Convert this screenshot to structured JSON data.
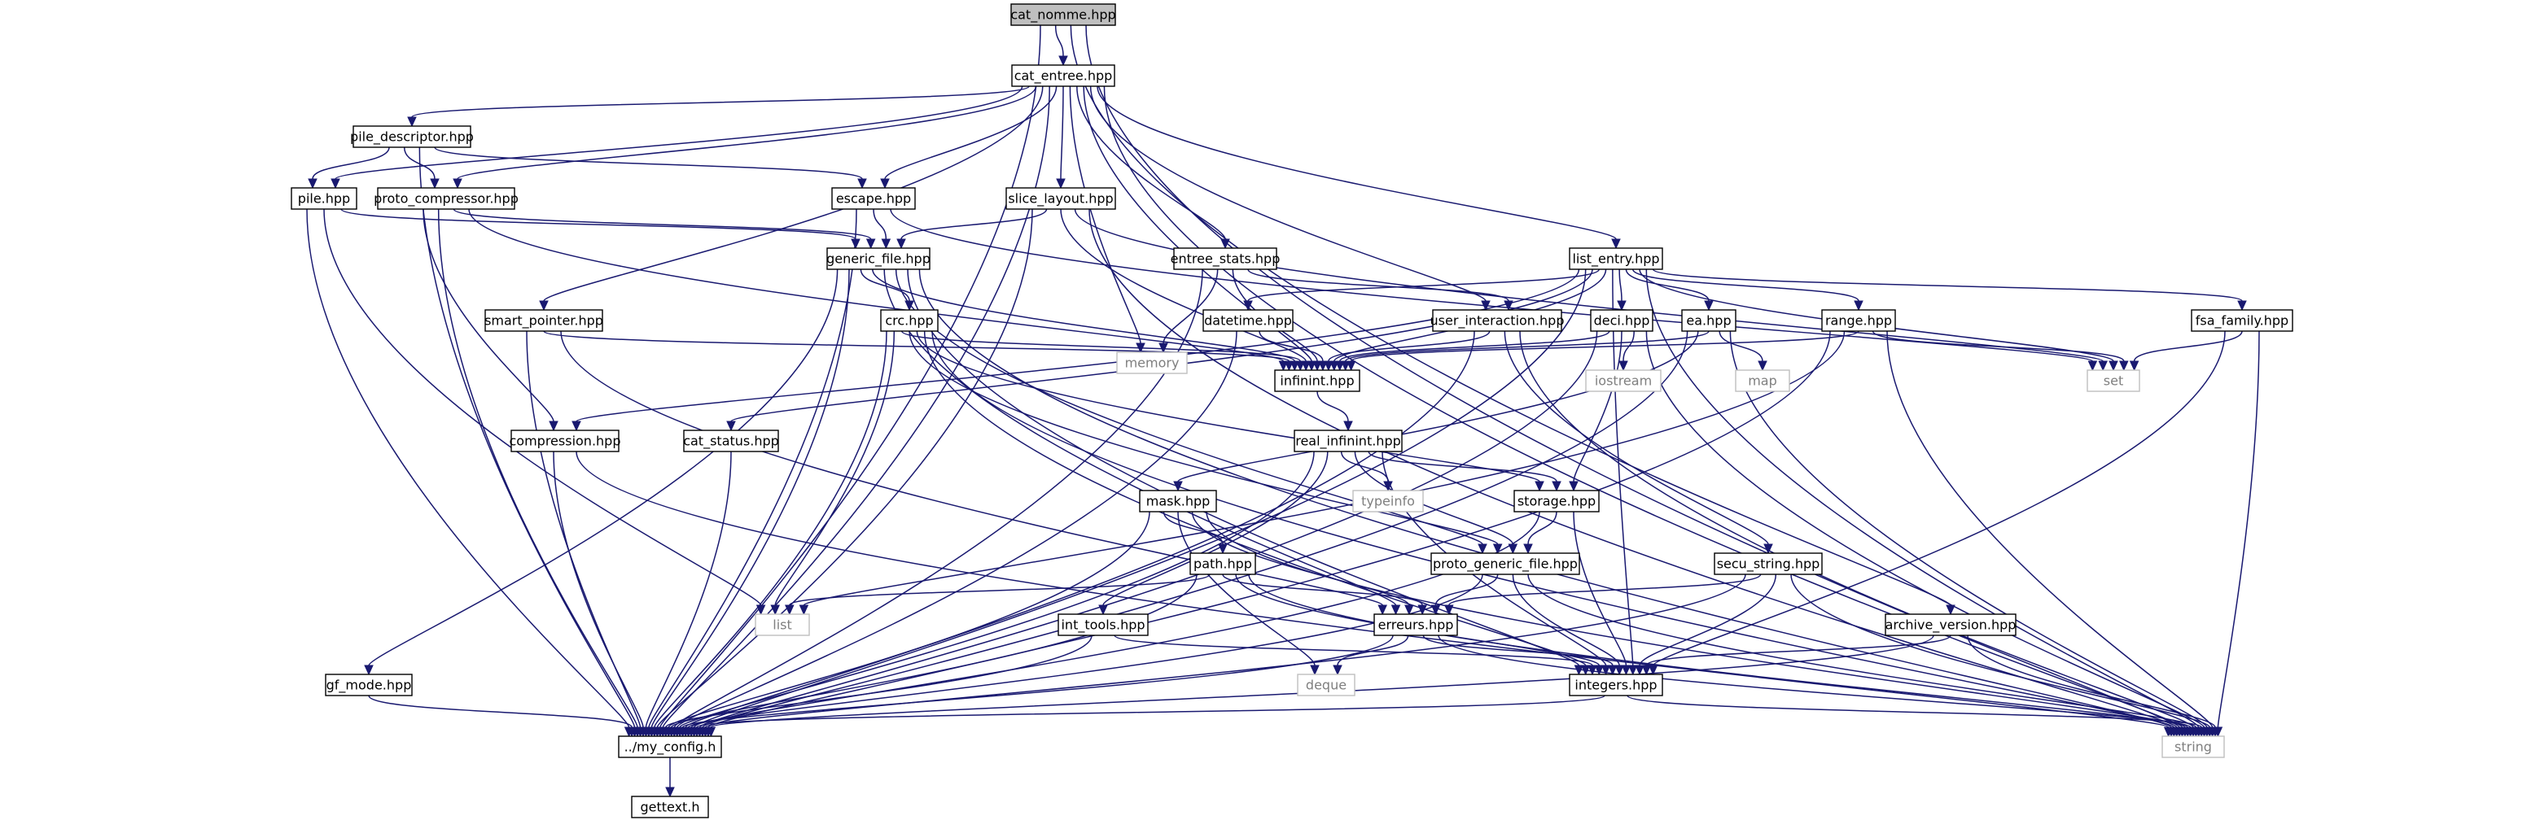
{
  "nodes": [
    {
      "id": "cat_nomme",
      "label": "cat_nomme.hpp",
      "kind": "root"
    },
    {
      "id": "cat_entree",
      "label": "cat_entree.hpp",
      "kind": "file"
    },
    {
      "id": "my_config",
      "label": "../my_config.h",
      "kind": "file"
    },
    {
      "id": "string",
      "label": "string",
      "kind": "system"
    },
    {
      "id": "archive_version",
      "label": "archive_version.hpp",
      "kind": "file"
    },
    {
      "id": "pile_descriptor",
      "label": "pile_descriptor.hpp",
      "kind": "file"
    },
    {
      "id": "pile",
      "label": "pile.hpp",
      "kind": "file"
    },
    {
      "id": "proto_compressor",
      "label": "proto_compressor.hpp",
      "kind": "file"
    },
    {
      "id": "escape",
      "label": "escape.hpp",
      "kind": "file"
    },
    {
      "id": "slice_layout",
      "label": "slice_layout.hpp",
      "kind": "file"
    },
    {
      "id": "entree_stats",
      "label": "entree_stats.hpp",
      "kind": "file"
    },
    {
      "id": "list_entry",
      "label": "list_entry.hpp",
      "kind": "file"
    },
    {
      "id": "generic_file",
      "label": "generic_file.hpp",
      "kind": "file"
    },
    {
      "id": "memory",
      "label": "memory",
      "kind": "system"
    },
    {
      "id": "smart_pointer",
      "label": "smart_pointer.hpp",
      "kind": "file"
    },
    {
      "id": "crc",
      "label": "crc.hpp",
      "kind": "file"
    },
    {
      "id": "datetime",
      "label": "datetime.hpp",
      "kind": "file"
    },
    {
      "id": "user_interaction",
      "label": "user_interaction.hpp",
      "kind": "file"
    },
    {
      "id": "deci",
      "label": "deci.hpp",
      "kind": "file"
    },
    {
      "id": "ea",
      "label": "ea.hpp",
      "kind": "file"
    },
    {
      "id": "range",
      "label": "range.hpp",
      "kind": "file"
    },
    {
      "id": "fsa_family",
      "label": "fsa_family.hpp",
      "kind": "file"
    },
    {
      "id": "infinint",
      "label": "infinint.hpp",
      "kind": "file"
    },
    {
      "id": "iostream",
      "label": "iostream",
      "kind": "system"
    },
    {
      "id": "map",
      "label": "map",
      "kind": "system"
    },
    {
      "id": "set",
      "label": "set",
      "kind": "system"
    },
    {
      "id": "compression",
      "label": "compression.hpp",
      "kind": "file"
    },
    {
      "id": "cat_status",
      "label": "cat_status.hpp",
      "kind": "file"
    },
    {
      "id": "real_infinint",
      "label": "real_infinint.hpp",
      "kind": "file"
    },
    {
      "id": "typeinfo",
      "label": "typeinfo",
      "kind": "system"
    },
    {
      "id": "storage",
      "label": "storage.hpp",
      "kind": "file"
    },
    {
      "id": "mask",
      "label": "mask.hpp",
      "kind": "file"
    },
    {
      "id": "path",
      "label": "path.hpp",
      "kind": "file"
    },
    {
      "id": "proto_generic_file",
      "label": "proto_generic_file.hpp",
      "kind": "file"
    },
    {
      "id": "secu_string",
      "label": "secu_string.hpp",
      "kind": "file"
    },
    {
      "id": "list",
      "label": "list",
      "kind": "system"
    },
    {
      "id": "int_tools",
      "label": "int_tools.hpp",
      "kind": "file"
    },
    {
      "id": "erreurs",
      "label": "erreurs.hpp",
      "kind": "file"
    },
    {
      "id": "gf_mode",
      "label": "gf_mode.hpp",
      "kind": "file"
    },
    {
      "id": "deque",
      "label": "deque",
      "kind": "system"
    },
    {
      "id": "integers",
      "label": "integers.hpp",
      "kind": "file"
    },
    {
      "id": "gettext",
      "label": "gettext.h",
      "kind": "file"
    }
  ],
  "edges": [
    [
      "cat_nomme",
      "cat_entree"
    ],
    [
      "cat_nomme",
      "my_config"
    ],
    [
      "cat_nomme",
      "string"
    ],
    [
      "cat_nomme",
      "archive_version"
    ],
    [
      "cat_entree",
      "my_config"
    ],
    [
      "cat_entree",
      "pile_descriptor"
    ],
    [
      "cat_entree",
      "pile"
    ],
    [
      "cat_entree",
      "proto_compressor"
    ],
    [
      "cat_entree",
      "escape"
    ],
    [
      "cat_entree",
      "slice_layout"
    ],
    [
      "cat_entree",
      "memory"
    ],
    [
      "cat_entree",
      "entree_stats"
    ],
    [
      "cat_entree",
      "infinint"
    ],
    [
      "cat_entree",
      "user_interaction"
    ],
    [
      "cat_entree",
      "list_entry"
    ],
    [
      "cat_entree",
      "smart_pointer"
    ],
    [
      "cat_entree",
      "string"
    ],
    [
      "pile_descriptor",
      "pile"
    ],
    [
      "pile_descriptor",
      "proto_compressor"
    ],
    [
      "pile_descriptor",
      "escape"
    ],
    [
      "pile_descriptor",
      "my_config"
    ],
    [
      "pile",
      "generic_file"
    ],
    [
      "pile",
      "list"
    ],
    [
      "pile",
      "my_config"
    ],
    [
      "proto_compressor",
      "generic_file"
    ],
    [
      "proto_compressor",
      "compression"
    ],
    [
      "proto_compressor",
      "infinint"
    ],
    [
      "proto_compressor",
      "my_config"
    ],
    [
      "escape",
      "generic_file"
    ],
    [
      "escape",
      "my_config"
    ],
    [
      "escape",
      "set"
    ],
    [
      "slice_layout",
      "generic_file"
    ],
    [
      "slice_layout",
      "infinint"
    ],
    [
      "slice_layout",
      "set"
    ],
    [
      "slice_layout",
      "string"
    ],
    [
      "slice_layout",
      "my_config"
    ],
    [
      "entree_stats",
      "infinint"
    ],
    [
      "entree_stats",
      "memory"
    ],
    [
      "entree_stats",
      "user_interaction"
    ],
    [
      "entree_stats",
      "my_config"
    ],
    [
      "generic_file",
      "crc"
    ],
    [
      "generic_file",
      "infinint"
    ],
    [
      "generic_file",
      "integers"
    ],
    [
      "generic_file",
      "proto_generic_file"
    ],
    [
      "generic_file",
      "gf_mode"
    ],
    [
      "generic_file",
      "erreurs"
    ],
    [
      "generic_file",
      "string"
    ],
    [
      "generic_file",
      "my_config"
    ],
    [
      "smart_pointer",
      "infinint"
    ],
    [
      "smart_pointer",
      "erreurs"
    ],
    [
      "smart_pointer",
      "my_config"
    ],
    [
      "crc",
      "infinint"
    ],
    [
      "crc",
      "storage"
    ],
    [
      "crc",
      "list"
    ],
    [
      "crc",
      "integers"
    ],
    [
      "crc",
      "proto_generic_file"
    ],
    [
      "crc",
      "string"
    ],
    [
      "crc",
      "my_config"
    ],
    [
      "list_entry",
      "infinint"
    ],
    [
      "list_entry",
      "datetime"
    ],
    [
      "list_entry",
      "deci"
    ],
    [
      "list_entry",
      "ea"
    ],
    [
      "list_entry",
      "range"
    ],
    [
      "list_entry",
      "fsa_family"
    ],
    [
      "list_entry",
      "set"
    ],
    [
      "list_entry",
      "string"
    ],
    [
      "list_entry",
      "integers"
    ],
    [
      "list_entry",
      "compression"
    ],
    [
      "list_entry",
      "cat_status"
    ],
    [
      "list_entry",
      "my_config"
    ],
    [
      "datetime",
      "infinint"
    ],
    [
      "datetime",
      "my_config"
    ],
    [
      "user_interaction",
      "infinint"
    ],
    [
      "user_interaction",
      "secu_string"
    ],
    [
      "user_interaction",
      "string"
    ],
    [
      "user_interaction",
      "my_config"
    ],
    [
      "deci",
      "infinint"
    ],
    [
      "deci",
      "storage"
    ],
    [
      "deci",
      "iostream"
    ],
    [
      "deci",
      "string"
    ],
    [
      "deci",
      "my_config"
    ],
    [
      "ea",
      "infinint"
    ],
    [
      "ea",
      "map"
    ],
    [
      "ea",
      "string"
    ],
    [
      "ea",
      "mask"
    ],
    [
      "ea",
      "my_config"
    ],
    [
      "range",
      "infinint"
    ],
    [
      "range",
      "set"
    ],
    [
      "range",
      "list"
    ],
    [
      "range",
      "string"
    ],
    [
      "range",
      "my_config"
    ],
    [
      "fsa_family",
      "set"
    ],
    [
      "fsa_family",
      "string"
    ],
    [
      "fsa_family",
      "integers"
    ],
    [
      "infinint",
      "real_infinint"
    ],
    [
      "real_infinint",
      "storage"
    ],
    [
      "real_infinint",
      "typeinfo"
    ],
    [
      "real_infinint",
      "int_tools"
    ],
    [
      "real_infinint",
      "proto_generic_file"
    ],
    [
      "real_infinint",
      "integers"
    ],
    [
      "real_infinint",
      "my_config"
    ],
    [
      "storage",
      "proto_generic_file"
    ],
    [
      "storage",
      "integers"
    ],
    [
      "storage",
      "my_config"
    ],
    [
      "compression",
      "string"
    ],
    [
      "compression",
      "my_config"
    ],
    [
      "cat_status",
      "my_config"
    ],
    [
      "mask",
      "path"
    ],
    [
      "mask",
      "erreurs"
    ],
    [
      "mask",
      "deque"
    ],
    [
      "mask",
      "string"
    ],
    [
      "mask",
      "my_config"
    ],
    [
      "path",
      "list"
    ],
    [
      "path",
      "erreurs"
    ],
    [
      "path",
      "integers"
    ],
    [
      "path",
      "string"
    ],
    [
      "path",
      "my_config"
    ],
    [
      "proto_generic_file",
      "erreurs"
    ],
    [
      "proto_generic_file",
      "integers"
    ],
    [
      "proto_generic_file",
      "string"
    ],
    [
      "proto_generic_file",
      "my_config"
    ],
    [
      "secu_string",
      "erreurs"
    ],
    [
      "secu_string",
      "integers"
    ],
    [
      "secu_string",
      "string"
    ],
    [
      "secu_string",
      "my_config"
    ],
    [
      "int_tools",
      "integers"
    ],
    [
      "int_tools",
      "my_config"
    ],
    [
      "erreurs",
      "deque"
    ],
    [
      "erreurs",
      "integers"
    ],
    [
      "erreurs",
      "string"
    ],
    [
      "erreurs",
      "my_config"
    ],
    [
      "archive_version",
      "integers"
    ],
    [
      "archive_version",
      "string"
    ],
    [
      "archive_version",
      "my_config"
    ],
    [
      "gf_mode",
      "my_config"
    ],
    [
      "integers",
      "my_config"
    ],
    [
      "integers",
      "string"
    ],
    [
      "my_config",
      "gettext"
    ]
  ]
}
